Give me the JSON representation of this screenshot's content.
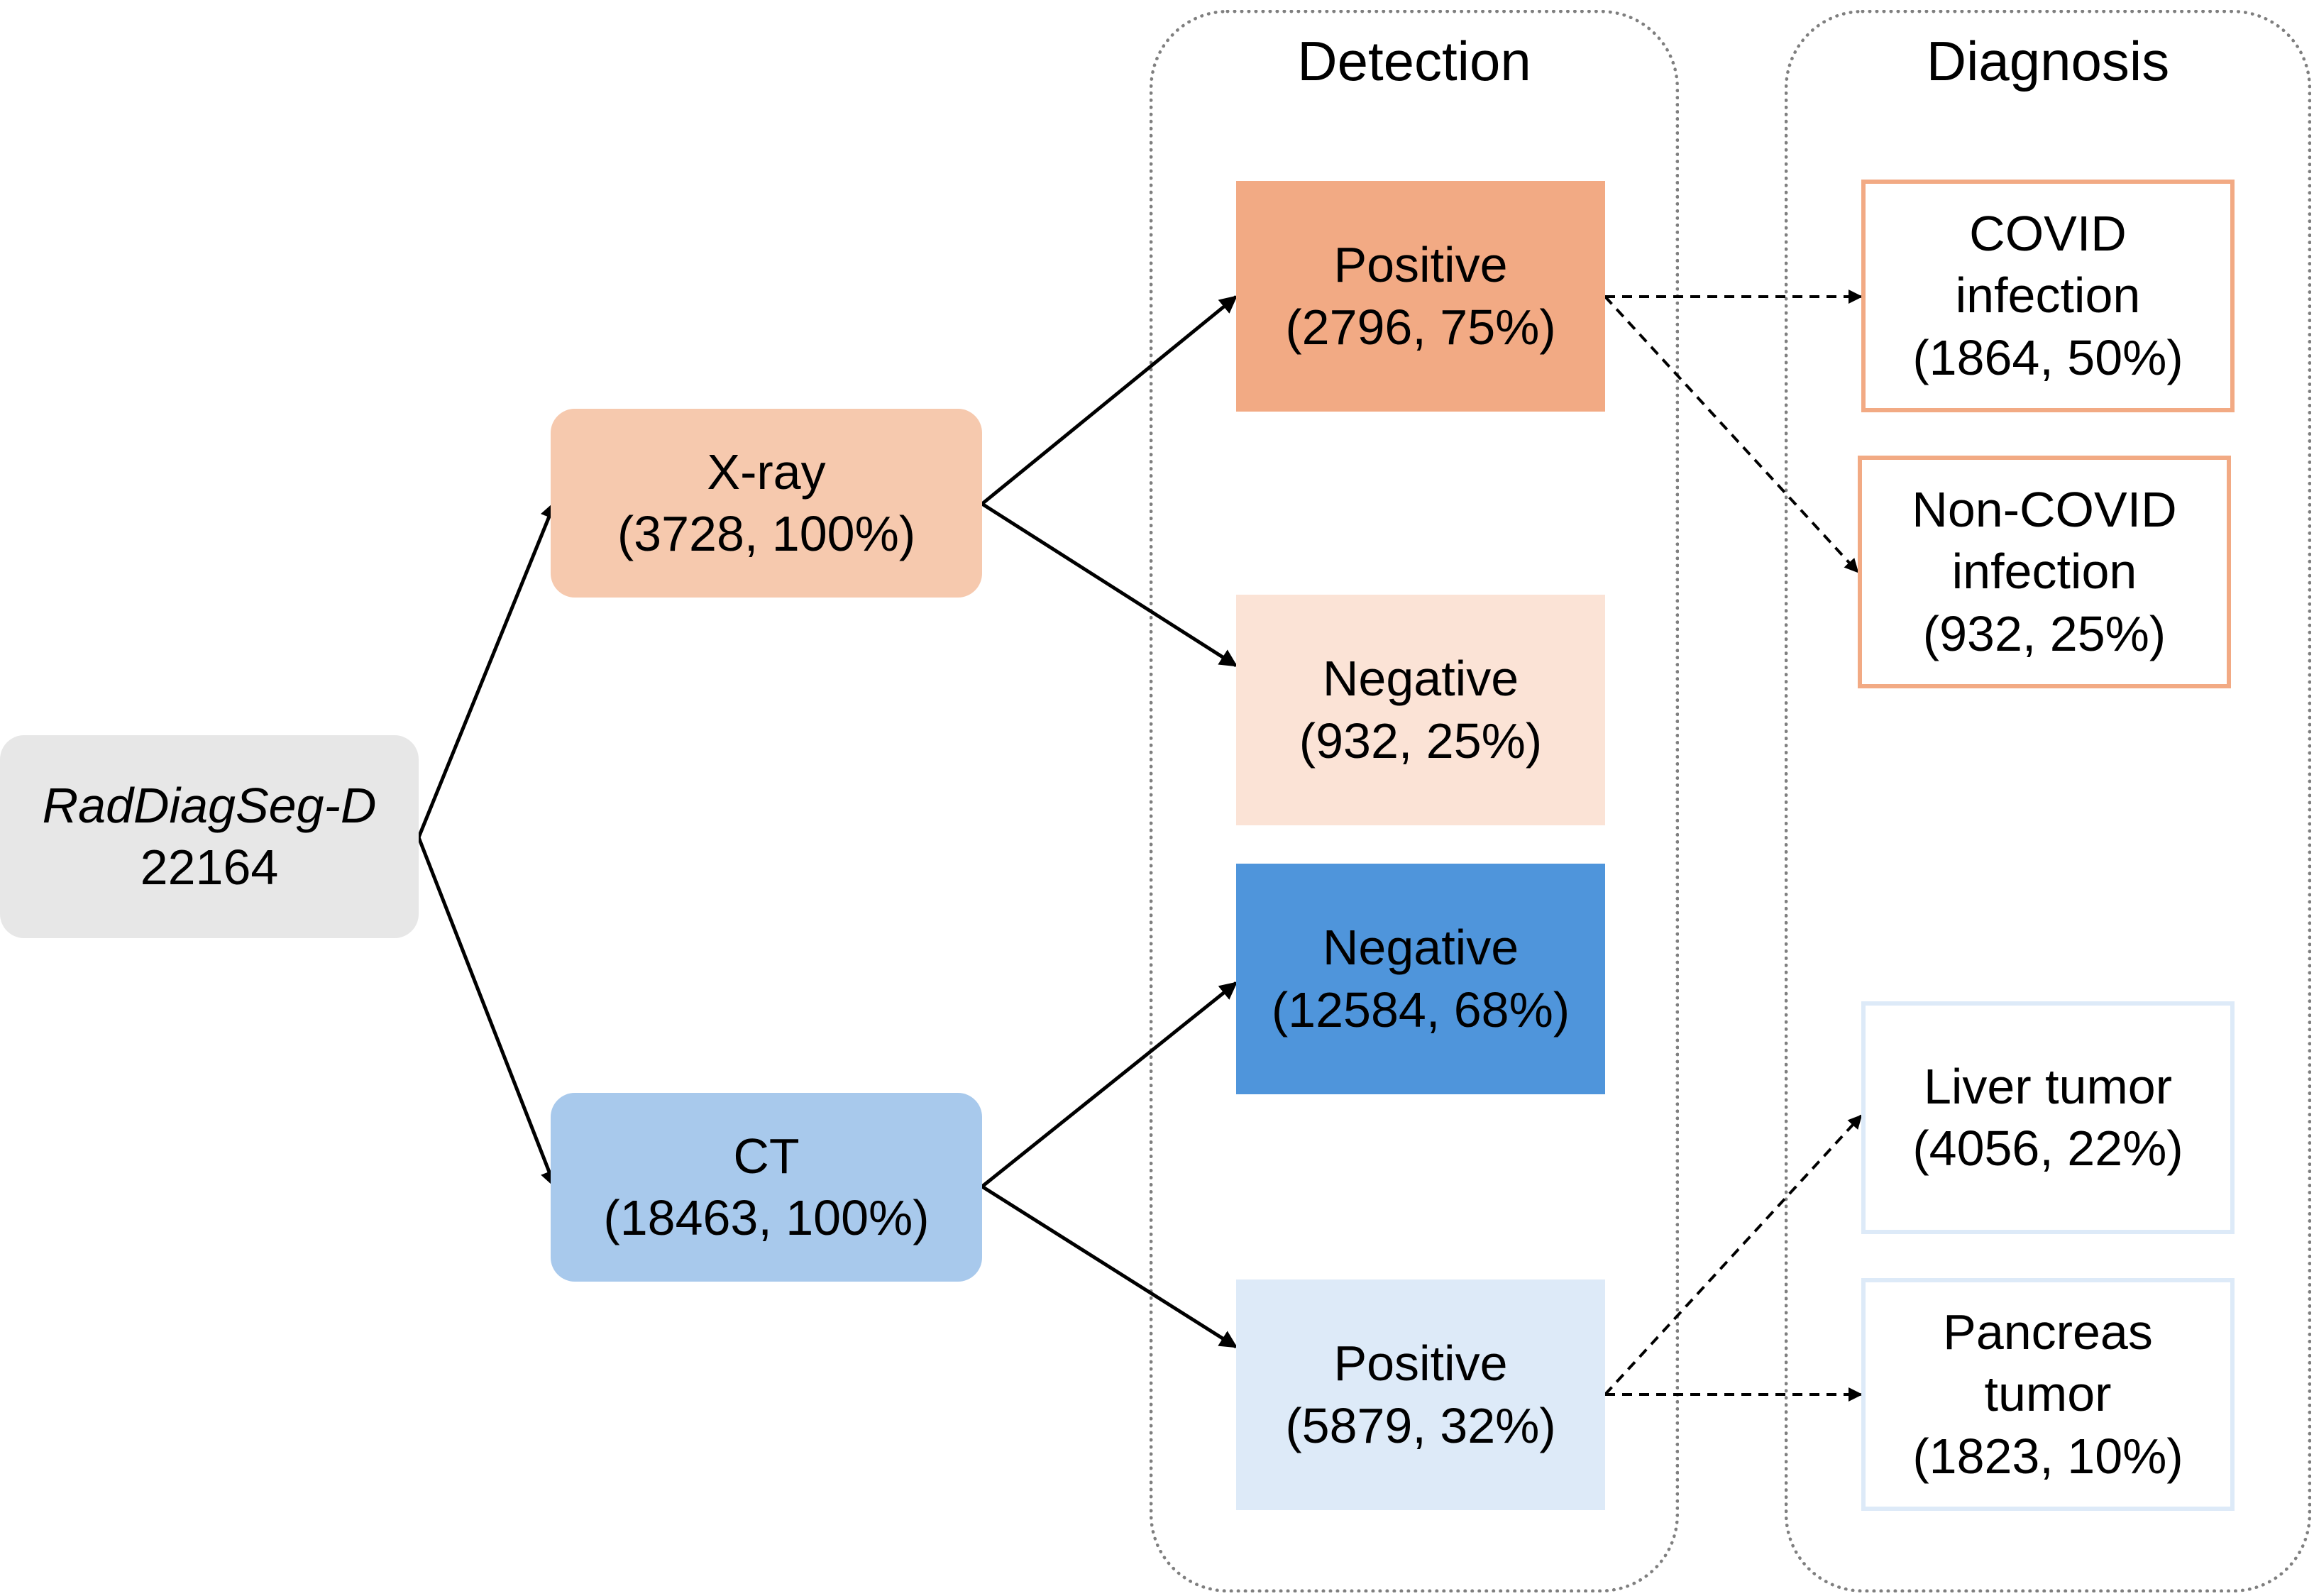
{
  "panels": {
    "detection_title": "Detection",
    "diagnosis_title": "Diagnosis"
  },
  "root": {
    "name": "RadDiagSeg-D",
    "count": "22164"
  },
  "modalities": {
    "xray": {
      "label": "X-ray",
      "stats": "(3728, 100%)"
    },
    "ct": {
      "label": "CT",
      "stats": "(18463, 100%)"
    }
  },
  "detection": {
    "xray_positive": {
      "label": "Positive",
      "stats": "(2796, 75%)"
    },
    "xray_negative": {
      "label": "Negative",
      "stats": "(932, 25%)"
    },
    "ct_negative": {
      "label": "Negative",
      "stats": "(12584, 68%)"
    },
    "ct_positive": {
      "label": "Positive",
      "stats": "(5879, 32%)"
    }
  },
  "diagnosis": {
    "covid": {
      "line1": "COVID",
      "line2": "infection",
      "stats": "(1864, 50%)"
    },
    "noncovid": {
      "line1": "Non-COVID",
      "line2": "infection",
      "stats": "(932, 25%)"
    },
    "liver": {
      "line1": "Liver tumor",
      "stats": "(4056, 22%)"
    },
    "pancreas": {
      "line1": "Pancreas",
      "line2": "tumor",
      "stats": "(1823, 10%)"
    }
  },
  "colors": {
    "xray_accent": "#f2aa84",
    "ct_accent": "#4f95db",
    "edge": "#000000",
    "panel_border": "#7f7f7f"
  }
}
